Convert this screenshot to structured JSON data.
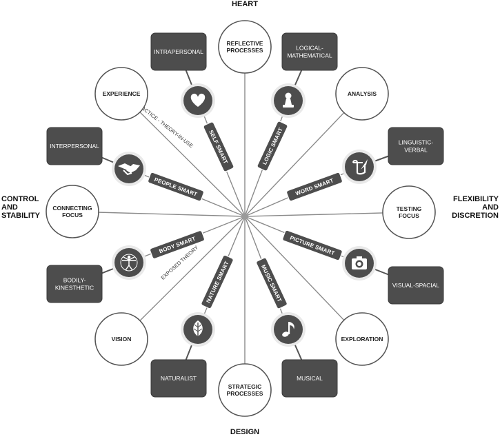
{
  "axis_labels": {
    "top": [
      "HEART"
    ],
    "bottom": [
      "DESIGN"
    ],
    "left": [
      "CONTROL",
      "AND",
      "STABILITY"
    ],
    "right": [
      "FLEXIBILITY",
      "AND",
      "DISCRETION"
    ]
  },
  "circles": [
    {
      "id": "reflective-processes",
      "lines": [
        "REFLECTIVE",
        "PROCESSES"
      ]
    },
    {
      "id": "analysis",
      "lines": [
        "ANALYSIS"
      ]
    },
    {
      "id": "testing-focus",
      "lines": [
        "TESTING",
        "FOCUS"
      ]
    },
    {
      "id": "exploration",
      "lines": [
        "EXPLORATION"
      ]
    },
    {
      "id": "strategic-processes",
      "lines": [
        "STRATEGIC",
        "PROCESSES"
      ]
    },
    {
      "id": "vision",
      "lines": [
        "VISION"
      ]
    },
    {
      "id": "connecting-focus",
      "lines": [
        "CONNECTING",
        "FOCUS"
      ]
    },
    {
      "id": "experience",
      "lines": [
        "EXPERIENCE"
      ]
    }
  ],
  "boxes": [
    {
      "id": "intrapersonal",
      "lines": [
        "INTRAPERSONAL"
      ]
    },
    {
      "id": "logical-mathematical",
      "lines": [
        "LOGICAL-",
        "MATHEMATICAL"
      ]
    },
    {
      "id": "linguistic-verbal",
      "lines": [
        "LINGUISTIC-",
        "VERBAL"
      ]
    },
    {
      "id": "visual-spacial",
      "lines": [
        "VISUAL-SPACIAL"
      ]
    },
    {
      "id": "musical",
      "lines": [
        "MUSICAL"
      ]
    },
    {
      "id": "naturalist",
      "lines": [
        "NATURALIST"
      ]
    },
    {
      "id": "bodily-kinesthetic",
      "lines": [
        "BODILY-",
        "KINESTHETIC"
      ]
    },
    {
      "id": "interpersonal",
      "lines": [
        "INTERPERSONAL"
      ]
    }
  ],
  "smarts": [
    {
      "id": "self-smart",
      "label": "SELF SMART",
      "icon": "heart-icon"
    },
    {
      "id": "logic-smart",
      "label": "LOGIC SMART",
      "icon": "chess-pawn-icon"
    },
    {
      "id": "word-smart",
      "label": "WORD SMART",
      "icon": "scroll-quill-icon"
    },
    {
      "id": "picture-smart",
      "label": "PICTURE SMART",
      "icon": "camera-icon"
    },
    {
      "id": "music-smart",
      "label": "MUSIC SMART",
      "icon": "music-note-icon"
    },
    {
      "id": "nature-smart",
      "label": "NATURE SMART",
      "icon": "leaf-icon"
    },
    {
      "id": "body-smart",
      "label": "BODY SMART",
      "icon": "vitruvian-man-icon"
    },
    {
      "id": "people-smart",
      "label": "PEOPLE SMART",
      "icon": "handshake-icon"
    }
  ],
  "spoke_labels": [
    {
      "id": "practice-theory-in-use",
      "text": "PRACTICE - THEORY-IN-USE"
    },
    {
      "id": "exposed-theory",
      "text": "EXPOSED THEORY"
    }
  ],
  "colors": {
    "dark": "#4d4d4d",
    "line": "#8a8a8a",
    "circle_stroke": "#555555",
    "icon_ring": "#e9e9e9"
  }
}
